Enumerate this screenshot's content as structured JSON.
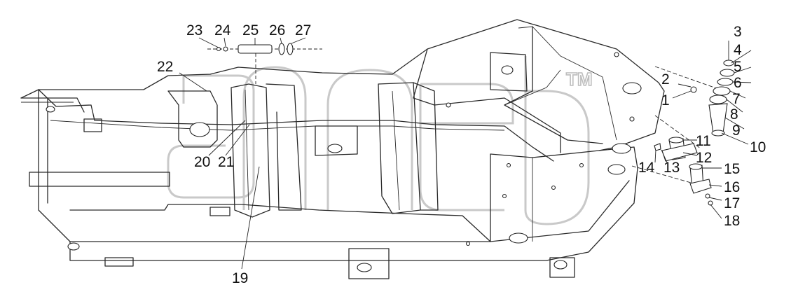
{
  "diagram": {
    "watermark_mark": "TM",
    "callouts": [
      {
        "id": "c1",
        "label": "1"
      },
      {
        "id": "c2",
        "label": "2"
      },
      {
        "id": "c3",
        "label": "3"
      },
      {
        "id": "c4",
        "label": "4"
      },
      {
        "id": "c5",
        "label": "5"
      },
      {
        "id": "c6",
        "label": "6"
      },
      {
        "id": "c7",
        "label": "7"
      },
      {
        "id": "c8",
        "label": "8"
      },
      {
        "id": "c9",
        "label": "9"
      },
      {
        "id": "c10",
        "label": "10"
      },
      {
        "id": "c11",
        "label": "11"
      },
      {
        "id": "c12",
        "label": "12"
      },
      {
        "id": "c13",
        "label": "13"
      },
      {
        "id": "c14",
        "label": "14"
      },
      {
        "id": "c15",
        "label": "15"
      },
      {
        "id": "c16",
        "label": "16"
      },
      {
        "id": "c17",
        "label": "17"
      },
      {
        "id": "c18",
        "label": "18"
      },
      {
        "id": "c19",
        "label": "19"
      },
      {
        "id": "c20",
        "label": "20"
      },
      {
        "id": "c21",
        "label": "21"
      },
      {
        "id": "c22",
        "label": "22"
      },
      {
        "id": "c23",
        "label": "23"
      },
      {
        "id": "c24",
        "label": "24"
      },
      {
        "id": "c25",
        "label": "25"
      },
      {
        "id": "c26",
        "label": "26"
      },
      {
        "id": "c27",
        "label": "27"
      }
    ]
  }
}
